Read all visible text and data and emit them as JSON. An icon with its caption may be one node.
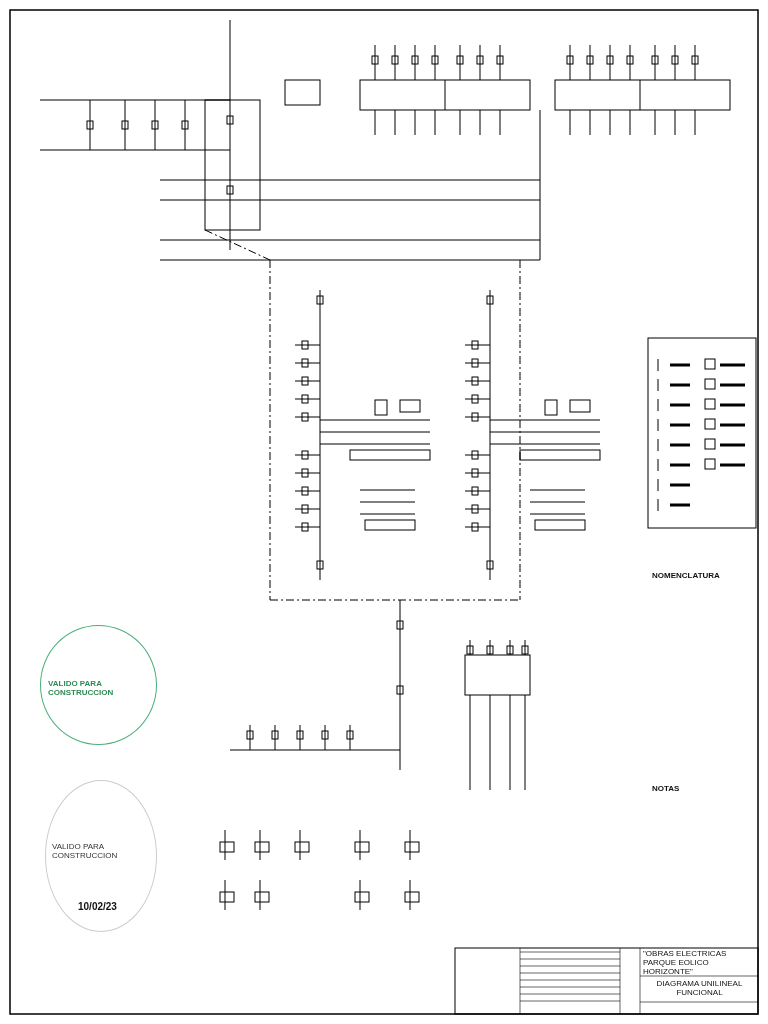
{
  "diagram": {
    "labels": [
      "NOMENCLATURA",
      "NOTAS",
      "VALIDO PARA CONSTRUCCION",
      "VALIDO PARA CONSTRUCCION",
      "10/02/23",
      "\"OBRAS ELECTRICAS PARQUE EOLICO HORIZONTE\"",
      "DIAGRAMA UNILINEAL FUNCIONAL"
    ]
  }
}
